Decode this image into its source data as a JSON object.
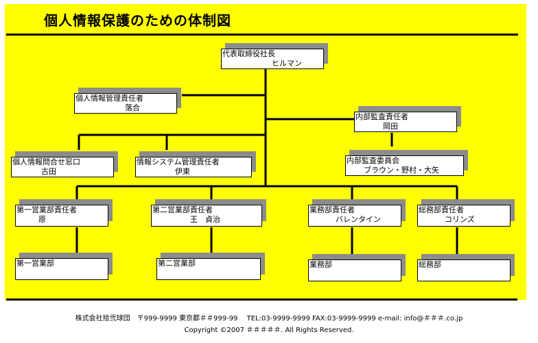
{
  "title": "個人情報保護のための体制図",
  "org": {
    "ceo": {
      "role": "代表取締役社長",
      "name": "ヒルマン"
    },
    "pim": {
      "role": "個人情報管理責任者",
      "name": "落合"
    },
    "audit_head": {
      "role": "内部監査責任者",
      "name": "岡田"
    },
    "audit_committee": {
      "role": "内部監査委員会",
      "name": "ブラウン・野村・大矢"
    },
    "inquiry": {
      "role": "個人情報問合せ窓口",
      "name": "古田"
    },
    "infosys": {
      "role": "情報システム管理責任者",
      "name": "伊東"
    },
    "sales1_head": {
      "role": "第一営業部責任者",
      "name": "原"
    },
    "sales2_head": {
      "role": "第二営業部責任者",
      "name": "王　貞治"
    },
    "ops_head": {
      "role": "業務部責任者",
      "name": "バレンタイン"
    },
    "ga_head": {
      "role": "総務部責任者",
      "name": "コリンズ"
    },
    "sales1": {
      "role": "第一営業部",
      "name": ""
    },
    "sales2": {
      "role": "第二営業部",
      "name": ""
    },
    "ops": {
      "role": "業務部",
      "name": ""
    },
    "ga": {
      "role": "総務部",
      "name": ""
    }
  },
  "footer": {
    "line1": "株式会社拾弐球団　〒999-9999 東京都＃＃999-99　 TEL:03-9999-9999 FAX:03-9999-9999 e-mail: info@＃＃＃.co.jp",
    "line2": "Copyright ©2007 ＃＃＃＃＃. All Rights Reserved."
  },
  "colors": {
    "background": "#ffff00",
    "box": "#ffffff",
    "shadow": "#8c8c8c",
    "line": "#000000"
  }
}
